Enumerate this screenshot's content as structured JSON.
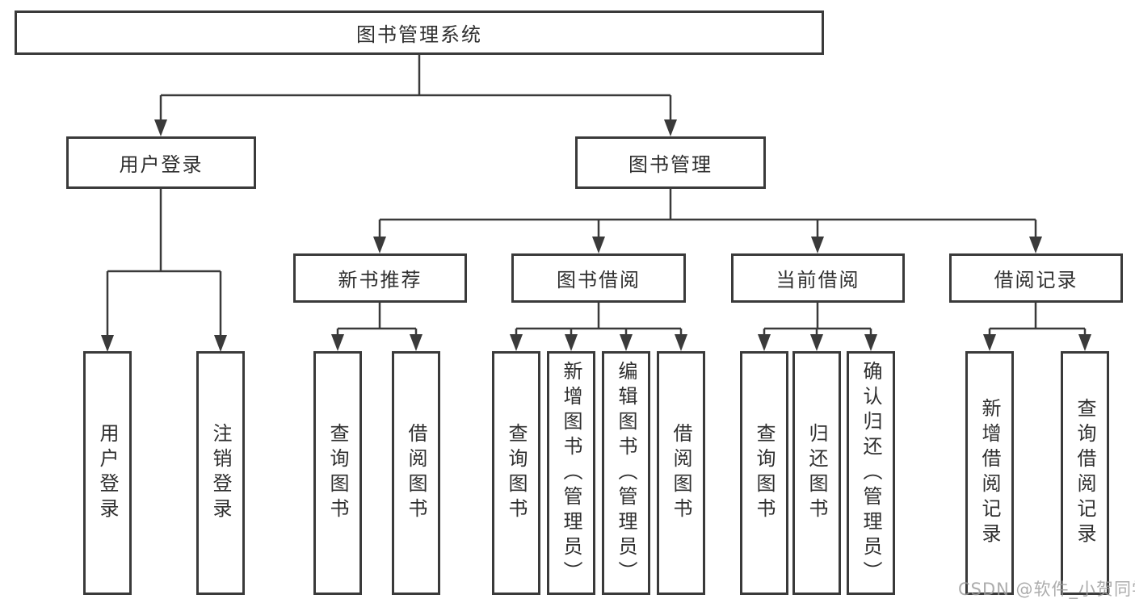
{
  "diagram_type": "tree",
  "watermark": "CSDN @软件_小贺同学",
  "colors": {
    "line": "#3a3a3a",
    "box_border": "#3a3a3a",
    "box_fill": "#ffffff",
    "text": "#2f2f2f",
    "watermark": "#9e9e9e"
  },
  "tree": {
    "label": "图书管理系统",
    "children": [
      {
        "label": "用户登录",
        "children": [
          {
            "label": "用户登录"
          },
          {
            "label": "注销登录"
          }
        ]
      },
      {
        "label": "图书管理",
        "children": [
          {
            "label": "新书推荐",
            "children": [
              {
                "label": "查询图书"
              },
              {
                "label": "借阅图书"
              }
            ]
          },
          {
            "label": "图书借阅",
            "children": [
              {
                "label": "查询图书"
              },
              {
                "label": "新增图书（管理员）"
              },
              {
                "label": "编辑图书（管理员）"
              },
              {
                "label": "借阅图书"
              }
            ]
          },
          {
            "label": "当前借阅",
            "children": [
              {
                "label": "查询图书"
              },
              {
                "label": "归还图书"
              },
              {
                "label": "确认归还（管理员）"
              }
            ]
          },
          {
            "label": "借阅记录",
            "children": [
              {
                "label": "新增借阅记录"
              },
              {
                "label": "查询借阅记录"
              }
            ]
          }
        ]
      }
    ]
  }
}
